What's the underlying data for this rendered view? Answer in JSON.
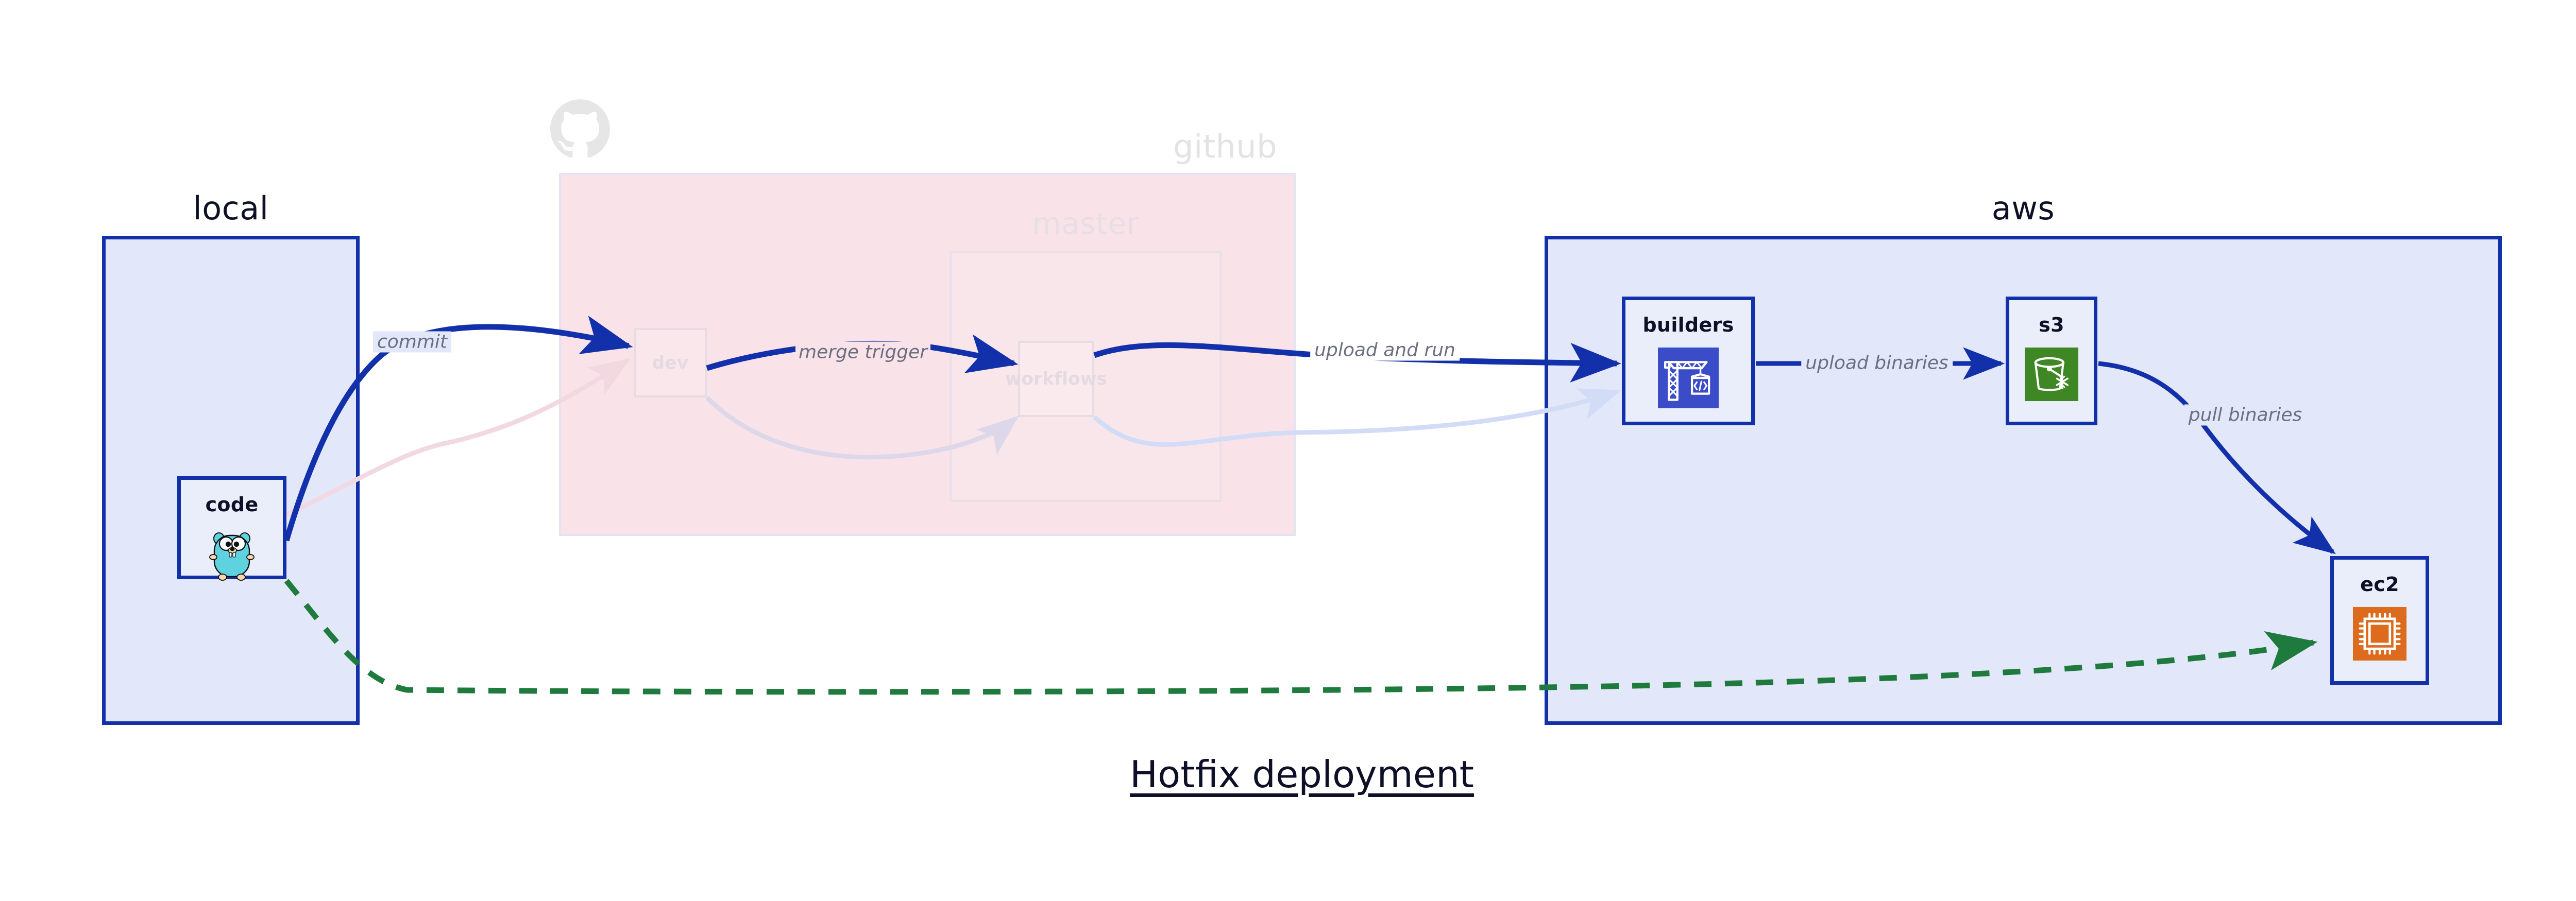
{
  "diagram": {
    "title": "Hotfix deployment",
    "background": "#ffffff"
  },
  "groups": [
    {
      "id": "local",
      "label": "local",
      "fill": "#e2e7fa",
      "stroke": "#1330ab",
      "muted": false
    },
    {
      "id": "github",
      "label": "github",
      "fill": "#f9e3e9",
      "stroke": "#e3e3f3",
      "muted": true
    },
    {
      "id": "master",
      "label": "master",
      "fill": "#f9e3e9",
      "stroke": "#eadfe8",
      "muted": true
    },
    {
      "id": "aws",
      "label": "aws",
      "fill": "#e2e7fa",
      "stroke": "#1330ab",
      "muted": false
    }
  ],
  "nodes": [
    {
      "id": "code",
      "label": "code",
      "icon": "go-gopher-icon",
      "group": "local",
      "muted": false,
      "icon_color": "#5fd2e0"
    },
    {
      "id": "dev",
      "label": "dev",
      "icon": "branch-icon",
      "group": "github",
      "muted": true,
      "icon_color": "#e4dae1"
    },
    {
      "id": "workflows",
      "label": "workflows",
      "icon": "workflow-icon",
      "group": "master",
      "muted": true,
      "icon_color": "#e4dae1"
    },
    {
      "id": "builders",
      "label": "builders",
      "icon": "crane-code-icon",
      "group": "aws",
      "muted": false,
      "icon_color": "#3b4cc8"
    },
    {
      "id": "s3",
      "label": "s3",
      "icon": "s3-bucket-icon",
      "group": "aws",
      "muted": false,
      "icon_color": "#3f8624"
    },
    {
      "id": "ec2",
      "label": "ec2",
      "icon": "cpu-chip-icon",
      "group": "aws",
      "muted": false,
      "icon_color": "#dd6b1e"
    }
  ],
  "edges": [
    {
      "id": "commit",
      "label": "commit",
      "from": "code",
      "to": "dev",
      "color": "#1330ab",
      "style": "solid",
      "muted": false
    },
    {
      "id": "merge-trigger",
      "label": "merge trigger",
      "from": "dev",
      "to": "workflows",
      "color": "#1330ab",
      "style": "solid",
      "muted": false
    },
    {
      "id": "upload-and-run",
      "label": "upload and run",
      "from": "workflows",
      "to": "builders",
      "color": "#1330ab",
      "style": "solid",
      "muted": false
    },
    {
      "id": "upload-binaries",
      "label": "upload binaries",
      "from": "builders",
      "to": "s3",
      "color": "#1330ab",
      "style": "solid",
      "muted": false
    },
    {
      "id": "pull-binaries",
      "label": "pull binaries",
      "from": "s3",
      "to": "ec2",
      "color": "#1330ab",
      "style": "solid",
      "muted": false
    },
    {
      "id": "hotfix-direct",
      "label": "",
      "from": "code",
      "to": "ec2",
      "color": "#1f7a3d",
      "style": "dashed",
      "muted": false
    },
    {
      "id": "code-to-dev-faded",
      "label": "",
      "from": "code",
      "to": "dev",
      "color": "#f2d9e1",
      "style": "solid",
      "muted": true
    },
    {
      "id": "dev-to-workflows-faded",
      "label": "",
      "from": "dev",
      "to": "workflows",
      "color": "#e3dbe9",
      "style": "solid",
      "muted": true
    },
    {
      "id": "workflows-to-builders-faded",
      "label": "",
      "from": "workflows",
      "to": "builders",
      "color": "#d8def5",
      "style": "solid",
      "muted": true
    }
  ],
  "logos": [
    {
      "id": "github-octocat",
      "name": "github-logo-icon",
      "color": "#e6e6e6"
    }
  ]
}
